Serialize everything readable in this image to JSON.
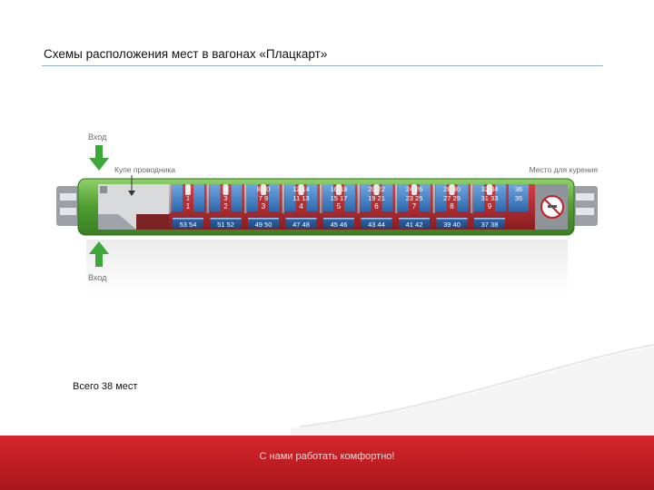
{
  "title": "Схемы расположения мест в вагонах «Плацкарт»",
  "labels": {
    "entrance_top": "Вход",
    "entrance_bottom": "Вход",
    "conductor": "Купе проводника",
    "smoking": "Место для курения"
  },
  "compartments": [
    {
      "number": "1",
      "upper_top": "2",
      "upper_bottom": "1",
      "side": "53 54"
    },
    {
      "number": "2",
      "upper_top": "4",
      "upper_bottom": "3",
      "side": "51 52"
    },
    {
      "number": "3",
      "upper_top": "8 10",
      "upper_bottom": "7 9",
      "side": "49 50"
    },
    {
      "number": "4",
      "upper_top": "12 14",
      "upper_bottom": "11 13",
      "side": "47 48"
    },
    {
      "number": "5",
      "upper_top": "16 18",
      "upper_bottom": "15 17",
      "side": "45 46"
    },
    {
      "number": "6",
      "upper_top": "20 22",
      "upper_bottom": "19 21",
      "side": "43 44"
    },
    {
      "number": "7",
      "upper_top": "24 26",
      "upper_bottom": "23 25",
      "side": "41 42"
    },
    {
      "number": "8",
      "upper_top": "28 30",
      "upper_bottom": "27 29",
      "side": "39 40"
    },
    {
      "number": "9",
      "upper_top": "32 34",
      "upper_bottom": "31 33",
      "side": "37 38"
    }
  ],
  "extra_seats": {
    "top": "36",
    "bottom": "35"
  },
  "total": "Всего 38 мест",
  "footer": "С нами работать комфортно!",
  "colors": {
    "car_body": "#5aa63a",
    "seat_blue": "#3d7ec9",
    "floor_red": "#b3262b",
    "footer_red": "#c41e24",
    "arrow_green": "#3da83a"
  }
}
